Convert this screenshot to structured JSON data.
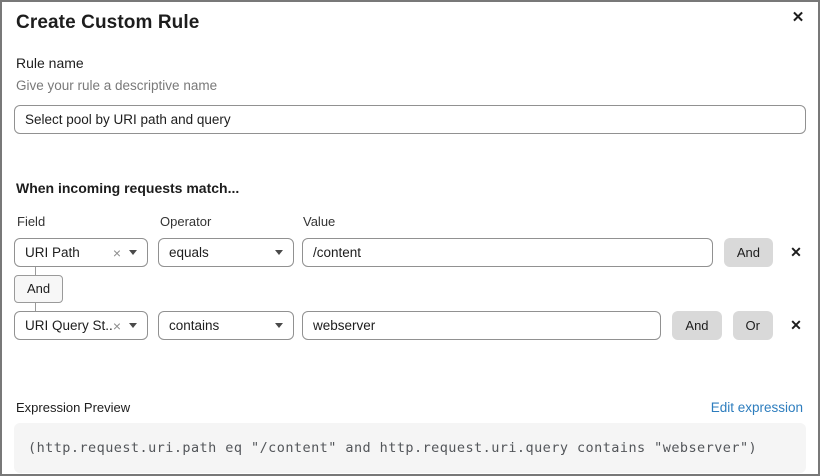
{
  "modal": {
    "title": "Create Custom Rule"
  },
  "icons": {
    "close": "✕",
    "remove": "✕",
    "clear": "×"
  },
  "rule_name": {
    "label": "Rule name",
    "helper": "Give your rule a descriptive name",
    "value": "Select pool by URI path and query"
  },
  "match": {
    "heading": "When incoming requests match...",
    "columns": {
      "field": "Field",
      "operator": "Operator",
      "value": "Value"
    },
    "connector_label": "And",
    "rows": [
      {
        "field": "URI Path",
        "operator": "equals",
        "value": "/content",
        "buttons": [
          "And"
        ]
      },
      {
        "field": "URI Query St...",
        "operator": "contains",
        "value": "webserver",
        "buttons": [
          "And",
          "Or"
        ]
      }
    ]
  },
  "expression": {
    "label": "Expression Preview",
    "edit_link": "Edit expression",
    "code": "(http.request.uri.path eq \"/content\" and http.request.uri.query contains \"webserver\")"
  },
  "colors": {
    "link_blue": "#2d7dbe",
    "button_gray": "#d9d9d9",
    "code_bg": "#f5f5f5",
    "border_gray": "#919191"
  }
}
